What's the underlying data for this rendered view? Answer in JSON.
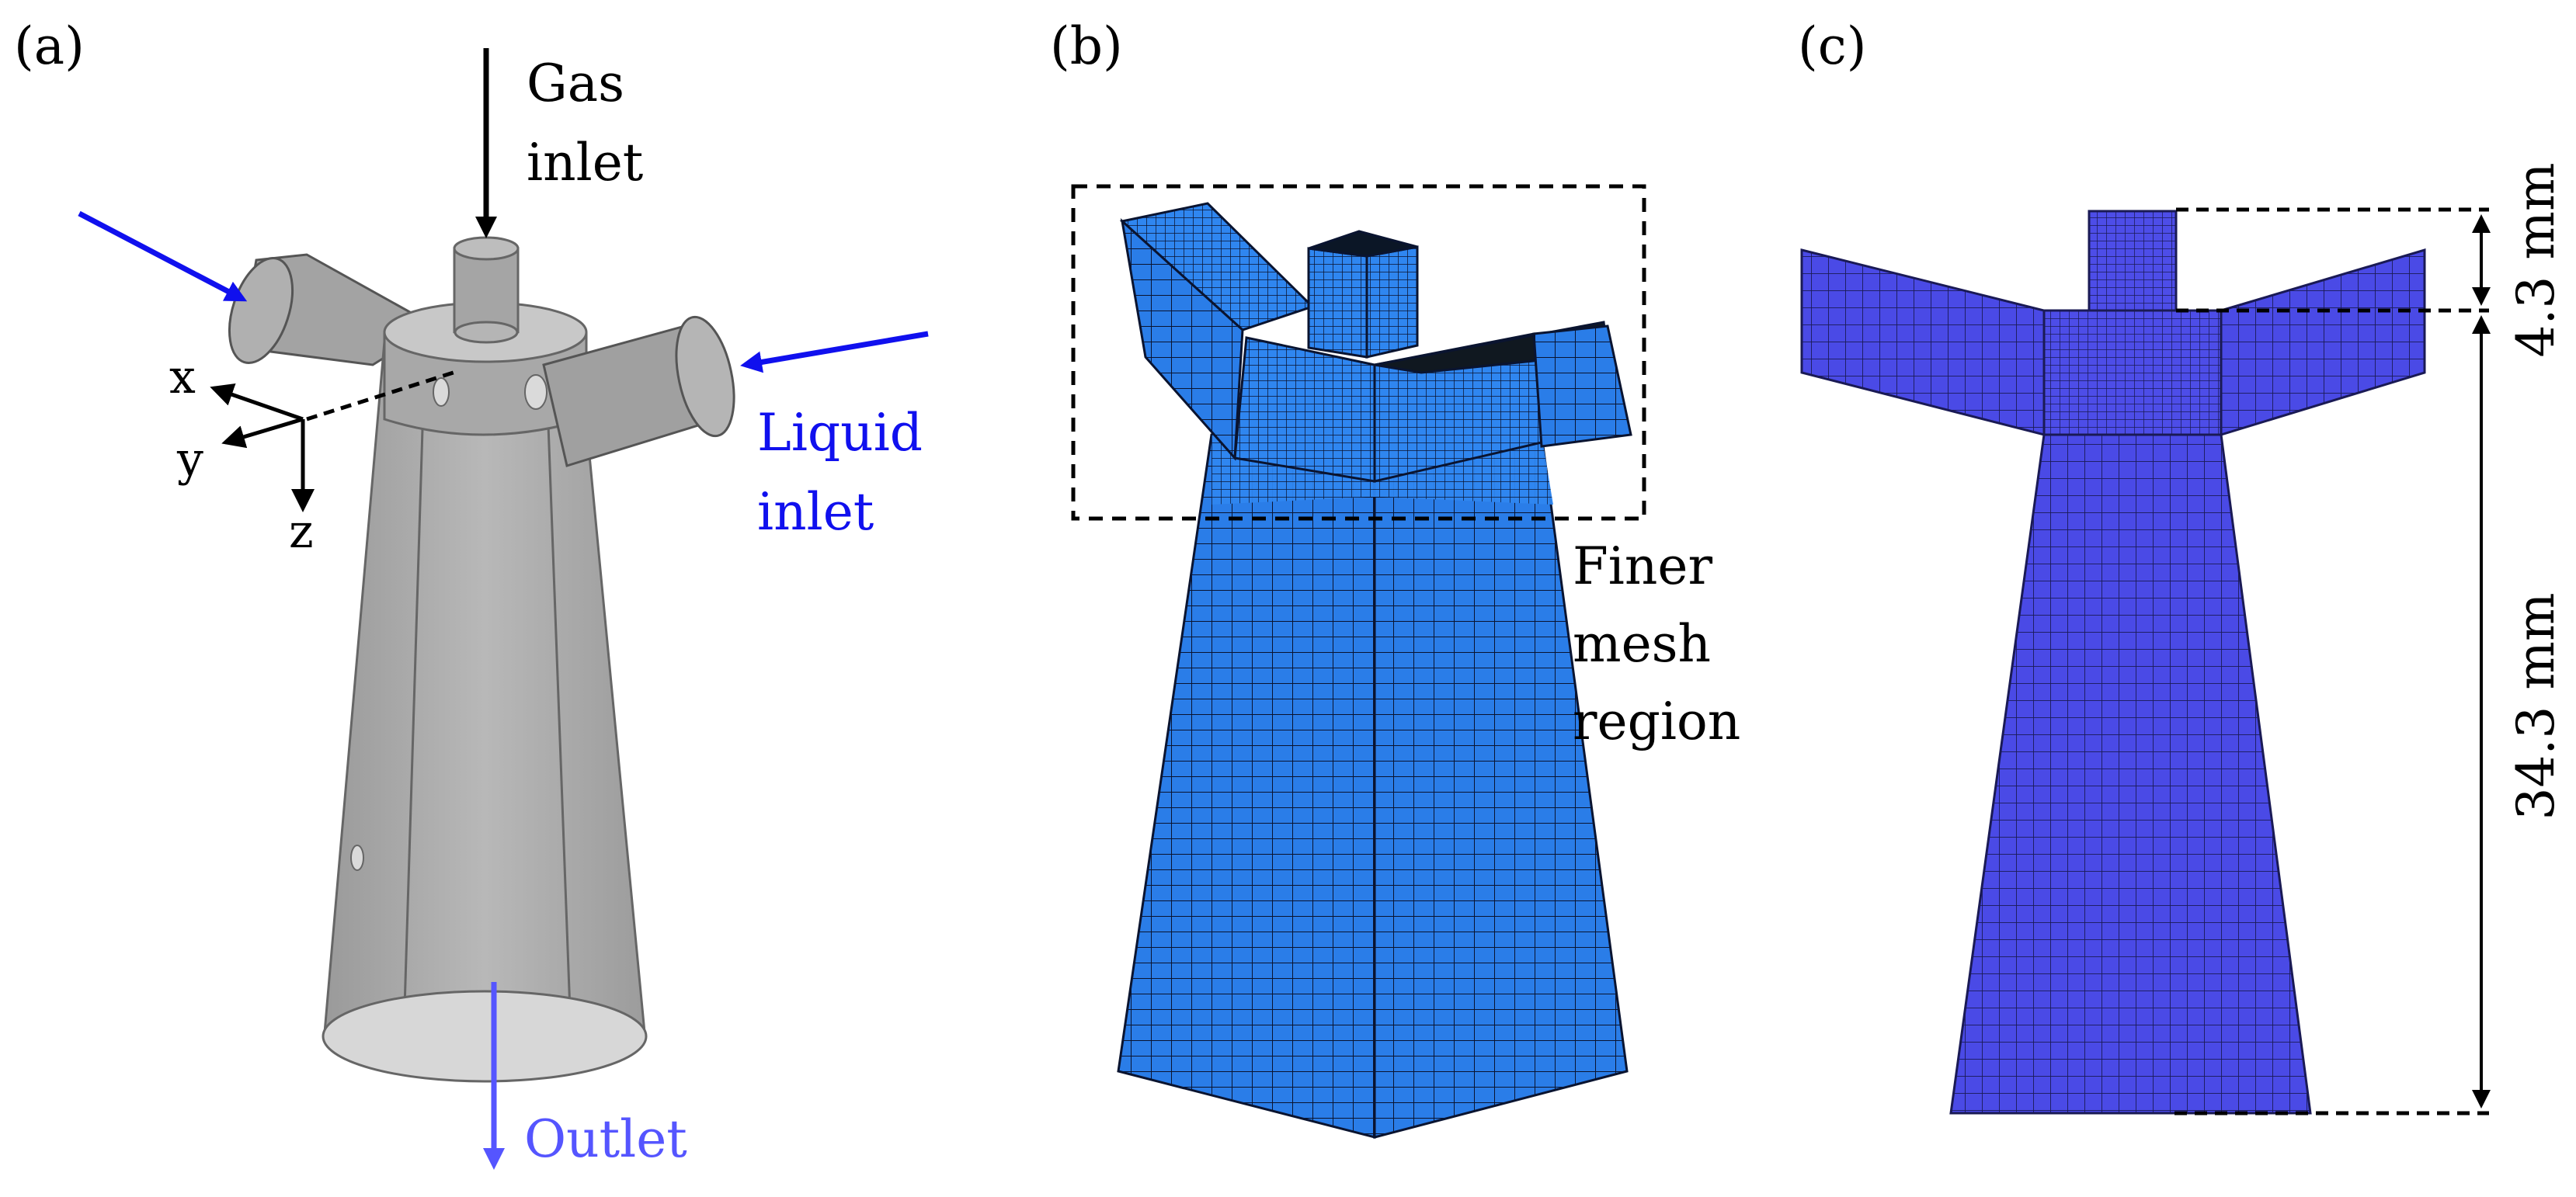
{
  "panels": {
    "a": {
      "tag": "(a)",
      "gas_inlet": [
        "Gas",
        "inlet"
      ],
      "liquid_inlet": [
        "Liquid",
        "inlet"
      ],
      "outlet": "Outlet",
      "axes": {
        "x": "x",
        "y": "y",
        "z": "z"
      }
    },
    "b": {
      "tag": "(b)",
      "finer_mesh": [
        "Finer",
        "mesh",
        "region"
      ]
    },
    "c": {
      "tag": "(c)",
      "dim_top": "4.3 mm",
      "dim_bottom": "34.3 mm"
    }
  },
  "colors": {
    "gas_arrow": "#000000",
    "liquid_arrow": "#1010ee",
    "outlet_arrow": "#5555ff",
    "geometry_gray": "#a8a8a8",
    "mesh_b_blue": "#2a7de8",
    "mesh_c_blue": "#4a4ae6",
    "mesh_line": "#0a1430"
  }
}
